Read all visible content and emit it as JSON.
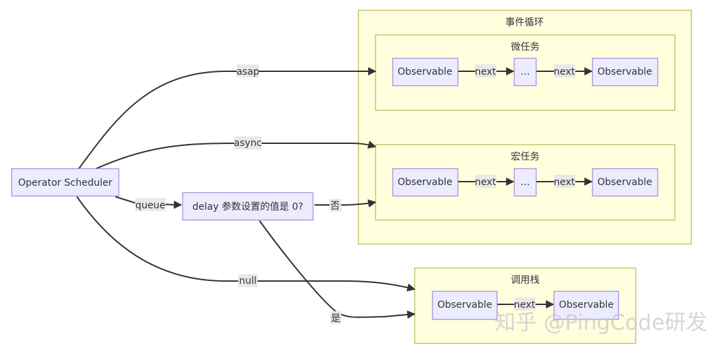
{
  "clusters": {
    "event_loop": {
      "title": "事件循环"
    },
    "microtask": {
      "title": "微任务"
    },
    "macrotask": {
      "title": "宏任务"
    },
    "call_stack": {
      "title": "调用栈"
    }
  },
  "nodes": {
    "scheduler": "Operator Scheduler",
    "decision": "delay 参数设置的值是 0?",
    "micro_first": "Observable",
    "micro_middle": "…",
    "micro_last": "Observable",
    "macro_first": "Observable",
    "macro_middle": "…",
    "macro_last": "Observable",
    "stack_first": "Observable",
    "stack_last": "Observable"
  },
  "edges": {
    "asap": "asap",
    "async": "async",
    "queue": "queue",
    "no": "否",
    "null": "null",
    "yes": "是",
    "next": "next"
  },
  "watermark": "知乎 @PingCode研发",
  "colors": {
    "cluster_fill": "#ffffde",
    "cluster_stroke": "#aaaa33",
    "node_fill": "#ececff",
    "node_stroke": "#9370db",
    "edge": "#333333",
    "edge_label_bg": "#e8e8e8"
  }
}
